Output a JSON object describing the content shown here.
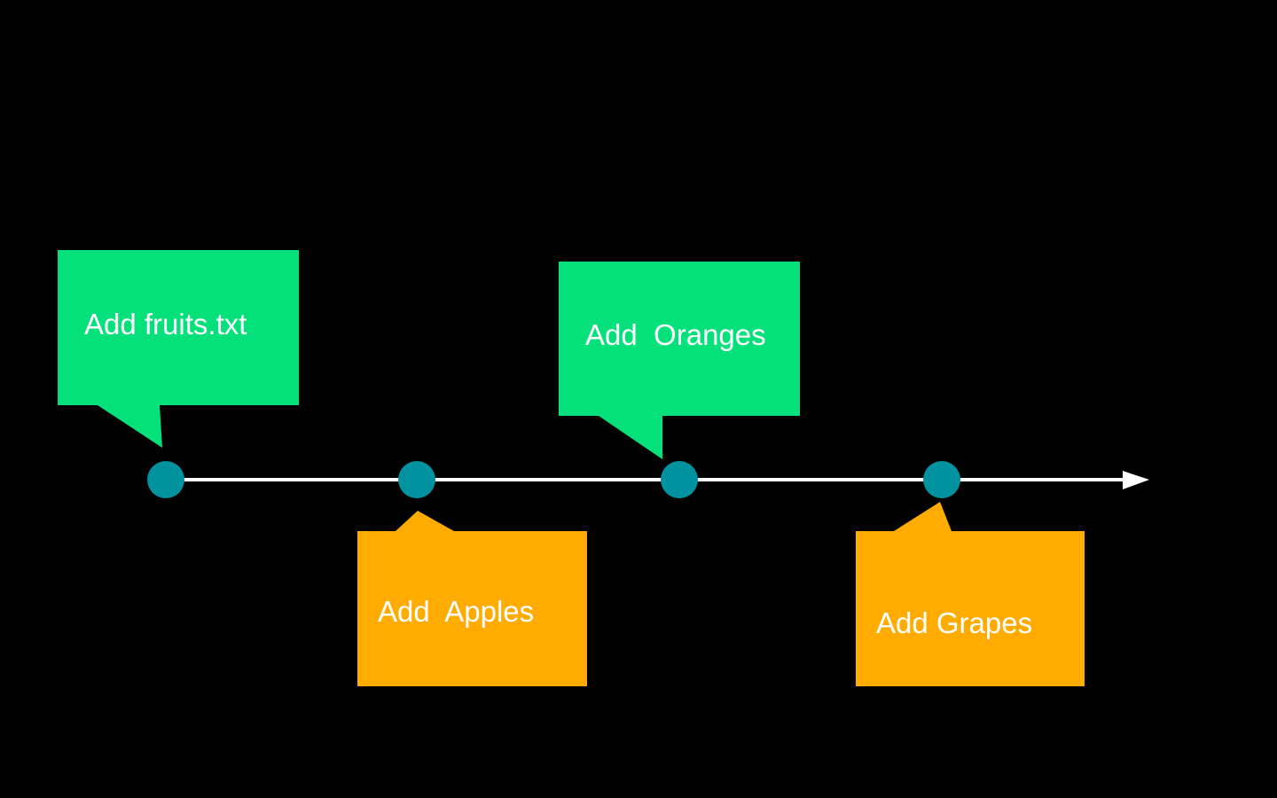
{
  "colors": {
    "background": "#000000",
    "timeline": "#ffffff",
    "commit_node": "#00929f",
    "callout_above": "#04e17a",
    "callout_below": "#ffab00",
    "callout_text": "#ffffff"
  },
  "timeline": {
    "commits": [
      {
        "label": "Add fruits.txt",
        "callout_position": "above"
      },
      {
        "label": "Add  Apples",
        "callout_position": "below"
      },
      {
        "label": "Add  Oranges",
        "callout_position": "above"
      },
      {
        "label": "Add Grapes",
        "callout_position": "below"
      }
    ],
    "arrow_direction": "right"
  }
}
